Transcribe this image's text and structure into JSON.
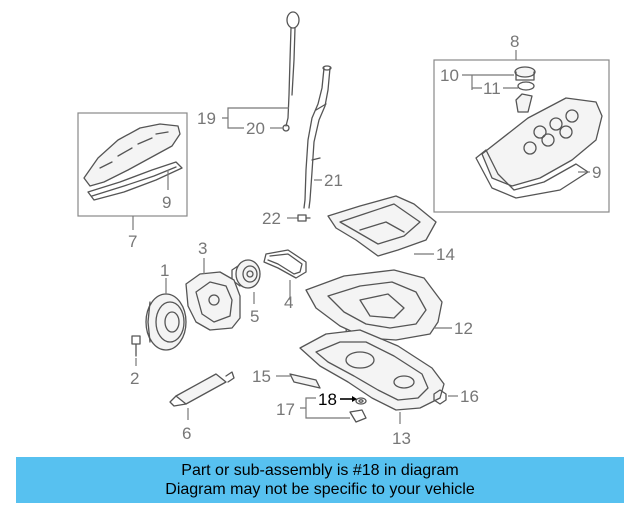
{
  "callouts": {
    "c1": "1",
    "c2": "2",
    "c3": "3",
    "c4": "4",
    "c5": "5",
    "c6": "6",
    "c7": "7",
    "c8": "8",
    "c9a": "9",
    "c9b": "9",
    "c10": "10",
    "c11": "11",
    "c12": "12",
    "c13": "13",
    "c14": "14",
    "c15": "15",
    "c16": "16",
    "c17": "17",
    "c18": "18",
    "c19": "19",
    "c20": "20",
    "c21": "21",
    "c22": "22"
  },
  "highlighted_part": "18",
  "banner": {
    "line1": "Part or sub-assembly is #18 in diagram",
    "line2": "Diagram may not be specific to your vehicle",
    "background": "#57c1f0"
  }
}
